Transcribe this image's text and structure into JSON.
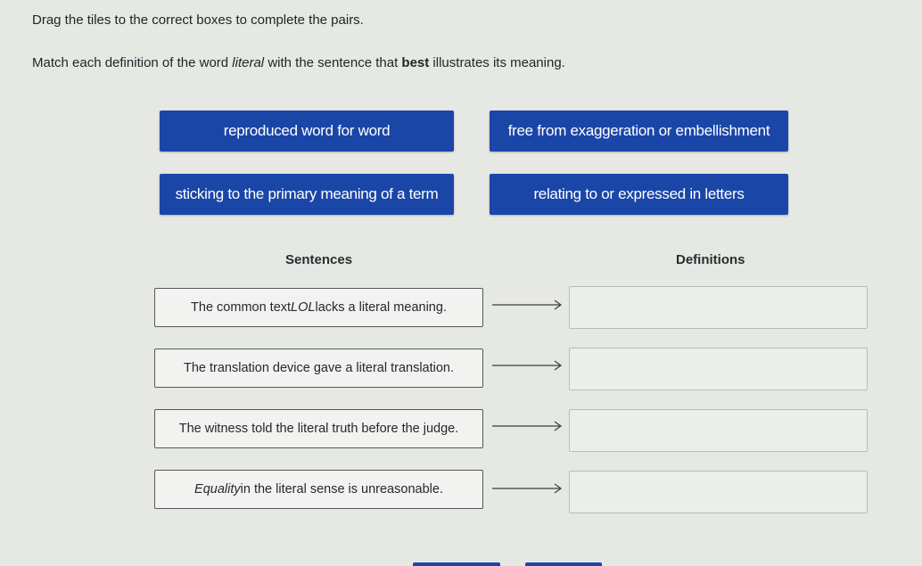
{
  "instructions": {
    "line1": "Drag the tiles to the correct boxes to complete the pairs.",
    "line2_prefix": "Match each definition of the word ",
    "line2_word": "literal",
    "line2_middle": " with the sentence that ",
    "line2_bold": "best",
    "line2_suffix": " illustrates its meaning."
  },
  "tiles": [
    {
      "label": "reproduced word for word"
    },
    {
      "label": "free from exaggeration or embellishment"
    },
    {
      "label": "sticking to the primary meaning of a term"
    },
    {
      "label": "relating to or expressed in letters"
    }
  ],
  "columns": {
    "sentences": "Sentences",
    "definitions": "Definitions"
  },
  "sentences": [
    {
      "prefix": "The common text ",
      "italic": "LOL",
      "suffix": " lacks a literal meaning."
    },
    {
      "prefix": "The translation device gave a literal translation.",
      "italic": "",
      "suffix": ""
    },
    {
      "prefix": "The witness told the literal truth before the judge.",
      "italic": "",
      "suffix": ""
    },
    {
      "prefix": "",
      "italic": "Equality",
      "suffix": " in the literal sense is unreasonable."
    }
  ],
  "drop_targets": [
    {
      "value": ""
    },
    {
      "value": ""
    },
    {
      "value": ""
    },
    {
      "value": ""
    }
  ],
  "colors": {
    "tile": "#1a46a8",
    "background": "#e6e8e4"
  },
  "icons": {
    "arrow": "right-arrow-icon"
  }
}
